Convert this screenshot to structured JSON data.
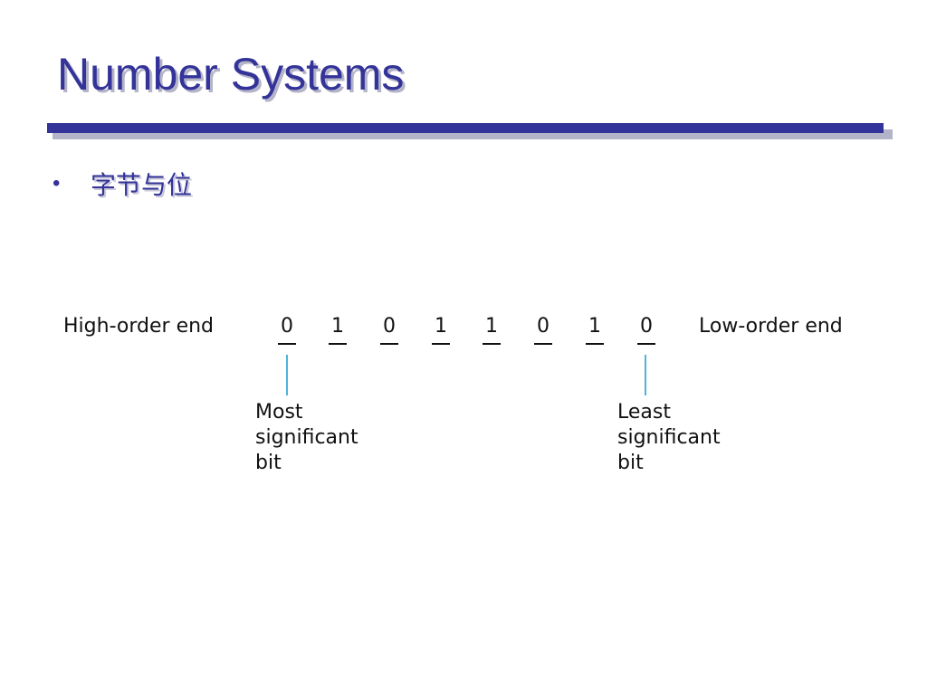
{
  "slide": {
    "title": "Number Systems",
    "bullet": "字节与位",
    "title_color": "#333399",
    "rule_color": "#333399",
    "pointer_color": "#4fb3d9"
  },
  "diagram": {
    "high_end_label": "High-order end",
    "low_end_label": "Low-order end",
    "bits": [
      "0",
      "1",
      "0",
      "1",
      "1",
      "0",
      "1",
      "0"
    ],
    "msb_label_lines": [
      "Most",
      "significant",
      "bit"
    ],
    "lsb_label_lines": [
      "Least",
      "significant",
      "bit"
    ]
  }
}
